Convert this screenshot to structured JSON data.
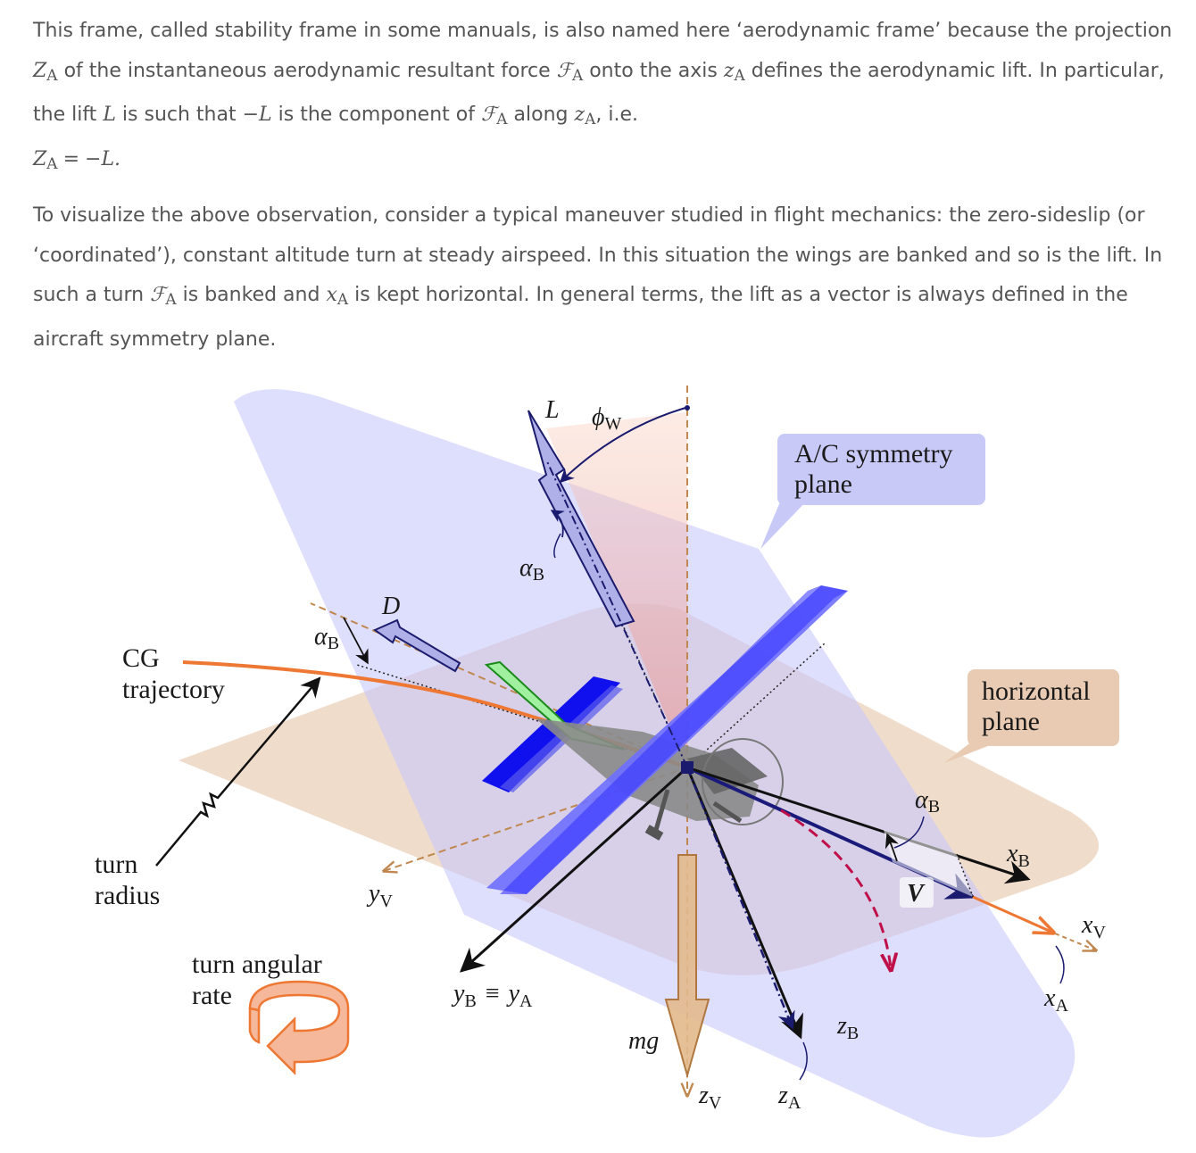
{
  "paragraph1": {
    "t1": "This frame, called stability frame in some manuals, is also named here ‘aerodynamic frame’ because the projection ",
    "ZA_main": "Z",
    "ZA_sub": "A",
    "t2": " of the instantaneous aerodynamic resultant force ",
    "FA_main": "ℱ",
    "FA_sub": "A",
    "t3": " onto the axis ",
    "zA_main": "z",
    "zA_sub": "A",
    "t4": " defines the aerodynamic lift. In particular, the lift ",
    "L": "L",
    "t5": " is such that ",
    "minusL": "−L",
    "t6": " is the component of ",
    "FA2_main": "ℱ",
    "FA2_sub": "A",
    "t7": " along ",
    "zA2_main": "z",
    "zA2_sub": "A",
    "t8": ", i.e.",
    "eq_lhs_main": "Z",
    "eq_lhs_sub": "A",
    "eq_op": "=",
    "eq_rhs": "−L."
  },
  "paragraph2": {
    "t1": "To visualize the above observation, consider a typical maneuver studied in flight mechanics: the zero-sideslip (or ‘coordinated’), constant altitude turn at steady airspeed. In this situation the wings are banked and so is the lift. In such a turn ",
    "FA_main": "ℱ",
    "FA_sub": "A",
    "t2": " is banked and ",
    "xA_main": "x",
    "xA_sub": "A",
    "t3": " is kept horizontal. In general terms, the lift as a vector is always defined in the aircraft symmetry plane."
  },
  "figure": {
    "callouts": {
      "symmetry_line1": "A/C symmetry",
      "symmetry_line2": "plane",
      "horizontal_line1": "horizontal",
      "horizontal_line2": "plane"
    },
    "labels": {
      "L": "L",
      "phi_main": "ϕ",
      "phi_sub": "W",
      "alpha_main": "α",
      "alpha_sub": "B",
      "D": "D",
      "cg_line1": "CG",
      "cg_line2": "trajectory",
      "turn_radius_line1": "turn",
      "turn_radius_line2": "radius",
      "turn_rate_line1": "turn angular",
      "turn_rate_line2": "rate",
      "x_main": "x",
      "y_main": "y",
      "z_main": "z",
      "sub_V": "V",
      "sub_B": "B",
      "sub_A": "A",
      "equiv": "≡",
      "V": "V",
      "mg": "mg"
    },
    "colors": {
      "symmetry_plane": "#c8c8fb",
      "horizontal_plane": "#ecd6c2",
      "callout_symmetry": "#c9c9f8",
      "callout_horizontal": "#e8cbb2",
      "lift_fill": "#b0b0e8",
      "lift_stroke": "#1c1c6e",
      "trajectory": "#ee7733",
      "wind_axes": "#c08850",
      "wing": "#6f6fff",
      "wing_dark": "#1010ee",
      "velocity": "#1a1a7a",
      "rotation_arrow": "#c0104a",
      "weight_fill": "#e2b98c",
      "turn_rate_arrow": "#f6b89a"
    }
  }
}
